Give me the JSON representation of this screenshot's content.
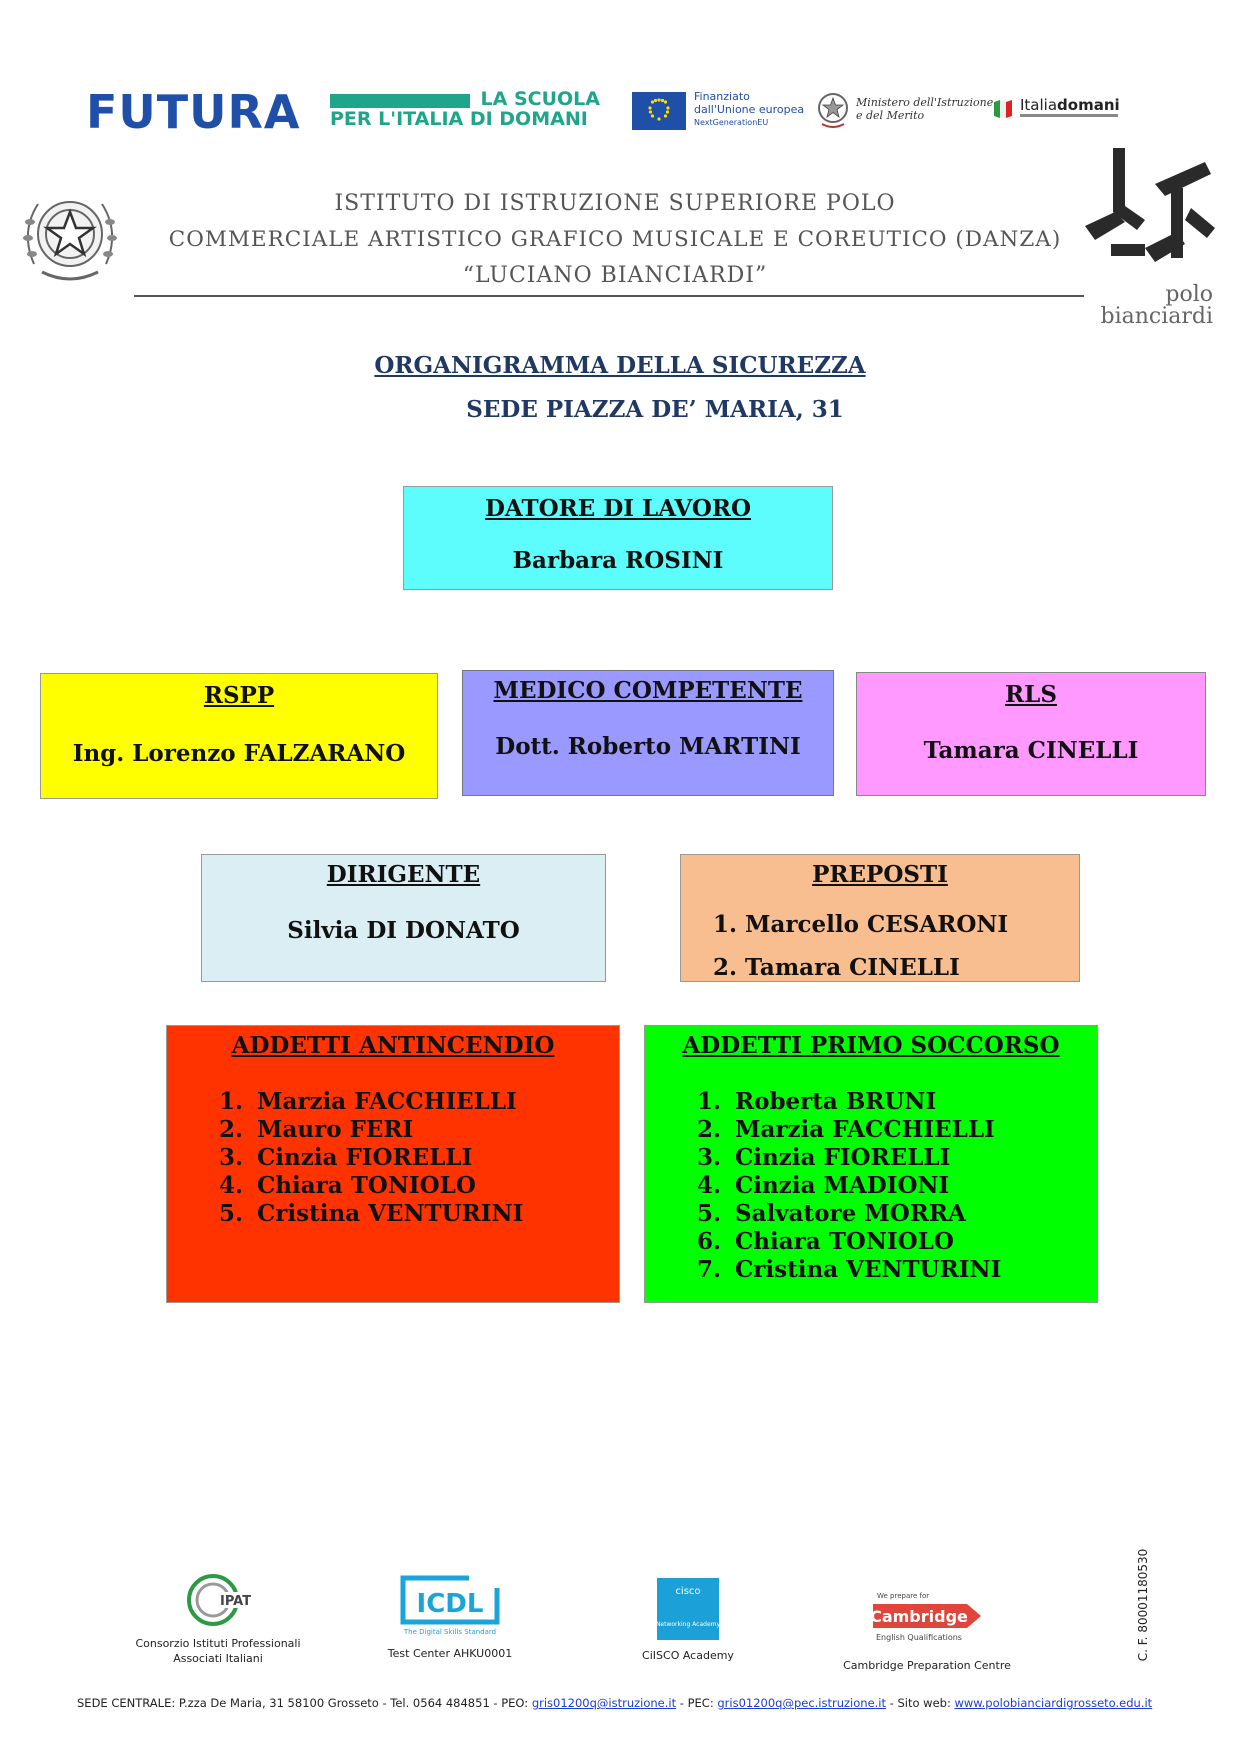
{
  "logos": {
    "futura": "FUTURA",
    "scuola_line1": "LA SCUOLA",
    "scuola_line2": "PER L'ITALIA DI DOMANI",
    "eu_line1": "Finanziato",
    "eu_line2": "dall'Unione europea",
    "eu_line3": "NextGenerationEU",
    "mim_line1": "Ministero dell'Istruzione",
    "mim_line2": "e del Merito",
    "italia_a": "Italia",
    "italia_b": "domani"
  },
  "header": {
    "line1": "ISTITUTO DI ISTRUZIONE SUPERIORE POLO",
    "line2": "COMMERCIALE ARTISTICO GRAFICO MUSICALE E COREUTICO (DANZA)",
    "line3": "“LUCIANO BIANCIARDI”",
    "polo_a": "polo",
    "polo_b": "bianciardi"
  },
  "title": {
    "line1": "ORGANIGRAMMA DELLA SICUREZZA",
    "line2": "SEDE PIAZZA DE’ MARIA, 31"
  },
  "datore": {
    "heading": "DATORE DI LAVORO",
    "name": "Barbara ROSINI",
    "color": "#5dfdfe"
  },
  "rspp": {
    "heading": "RSPP",
    "name": "Ing. Lorenzo FALZARANO",
    "color": "#ffff00"
  },
  "medico": {
    "heading": "MEDICO COMPETENTE",
    "name": "Dott. Roberto MARTINI",
    "color": "#9999ff"
  },
  "rls": {
    "heading": "RLS",
    "name": "Tamara CINELLI",
    "color": "#ff99ff"
  },
  "dirigente": {
    "heading": "DIRIGENTE",
    "name": "Silvia DI DONATO",
    "color": "#daeef3"
  },
  "preposti": {
    "heading": "PREPOSTI",
    "items": [
      "1. Marcello CESARONI",
      "2. Tamara CINELLI"
    ],
    "color": "#f9be8f"
  },
  "antincendio": {
    "heading": "ADDETTI ANTINCENDIO",
    "numbers": [
      "1.",
      "2.",
      "3.",
      "4.",
      "5."
    ],
    "items": [
      "Marzia FACCHIELLI",
      "Mauro FERI",
      "Cinzia FIORELLI",
      "Chiara TONIOLO",
      "Cristina VENTURINI"
    ],
    "color": "#ff3300"
  },
  "soccorso": {
    "heading": "ADDETTI PRIMO SOCCORSO",
    "numbers": [
      "1.",
      "2.",
      "3.",
      "4.",
      "5.",
      "6.",
      "7."
    ],
    "items": [
      "Roberta BRUNI",
      "Marzia FACCHIELLI",
      "Cinzia FIORELLI",
      "Cinzia MADIONI",
      "Salvatore MORRA",
      "Chiara TONIOLO",
      "Cristina VENTURINI"
    ],
    "color": "#00ff00"
  },
  "footer": {
    "cf": "C. F. 80001180530",
    "cipat_logo": "IPAT",
    "cipat_1": "Consorzio Istituti Professionali",
    "cipat_2": "Associati Italiani",
    "icdl_logo": "ICDL",
    "icdl_sub": "The Digital Skills Standard",
    "icdl_caption": "Test Center AHKU0001",
    "cisco_logo": "cisco",
    "cisco_sub": "Networking Academy",
    "cisco_caption": "CiISCO Academy",
    "cam_top": "We prepare for",
    "cam_logo": "Cambridge",
    "cam_sub": "English Qualifications",
    "cam_caption": "Cambridge Preparation Centre",
    "sede_a": "SEDE CENTRALE: P.zza De Maria, 31 58100  Grosseto  - Tel. 0564 484851 - PEO: ",
    "peo": "gris01200q@istruzione.it",
    "sede_b": " - PEC: ",
    "pec": "gris01200q@pec.istruzione.it",
    "sede_c": " - Sito web: ",
    "web": "www.polobianciardigrosseto.edu.it"
  }
}
